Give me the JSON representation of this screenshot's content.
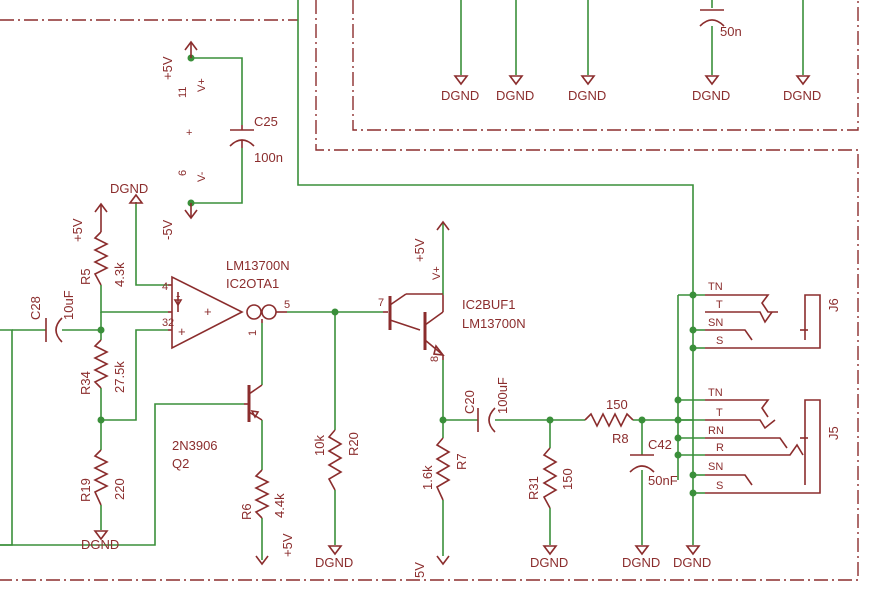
{
  "net_labels": {
    "dgnd": "DGND",
    "plus5v": "+5V",
    "minus5v": "-5V",
    "five_v_bottom": "5V"
  },
  "components": {
    "C25": {
      "name": "C25",
      "value": "100n"
    },
    "C28": {
      "name": "C28",
      "value": "10uF"
    },
    "C20": {
      "name": "C20",
      "value": "100uF"
    },
    "C42": {
      "name": "C42",
      "value": "50nF"
    },
    "C_top": {
      "value": "50n"
    },
    "R5": {
      "name": "R5",
      "value": "4.3k"
    },
    "R34": {
      "name": "R34",
      "value": "27.5k"
    },
    "R19": {
      "name": "R19",
      "value": "220"
    },
    "R6": {
      "name": "R6",
      "value": "4.4k"
    },
    "R20": {
      "name": "R20",
      "value": "10k"
    },
    "R7": {
      "name": "R7",
      "value": "1.6k"
    },
    "R31": {
      "name": "R31",
      "value": "150"
    },
    "R8": {
      "name": "R8",
      "value": "150"
    },
    "Q2": {
      "name": "Q2",
      "value": "2N3906"
    },
    "IC2OTA1": {
      "name": "IC2OTA1",
      "value": "LM13700N"
    },
    "IC2BUF1": {
      "name": "IC2BUF1",
      "value": "LM13700N"
    },
    "J5": {
      "name": "J5"
    },
    "J6": {
      "name": "J6"
    }
  },
  "pins": {
    "ota": {
      "p4": "4",
      "p3": "3",
      "p2": "2",
      "p5": "5",
      "p1": "1",
      "minus": "-",
      "plus": "+"
    },
    "buf": {
      "p7": "7",
      "p8": "8",
      "vplus": "V+"
    },
    "power": {
      "p11": "11",
      "vplus": "V+",
      "p6": "6",
      "vminus": "V-",
      "plus": "+"
    }
  },
  "j6_pins": [
    "TN",
    "T",
    "SN",
    "S"
  ],
  "j5_pins": [
    "TN",
    "T",
    "RN",
    "R",
    "SN",
    "S"
  ]
}
